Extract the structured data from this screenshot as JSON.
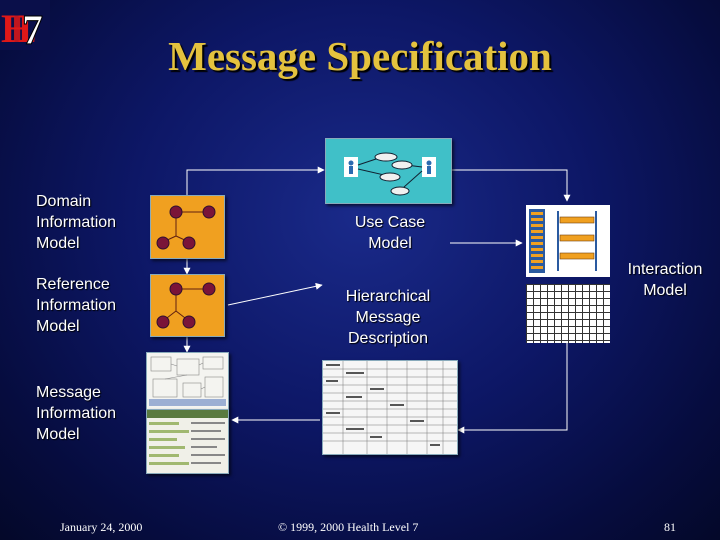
{
  "logo": {
    "letters": "HL7"
  },
  "title": "Message Specification",
  "labels": {
    "domain_information_model": [
      "Domain",
      "Information",
      "Model"
    ],
    "reference_information_model": [
      "Reference",
      "Information",
      "Model"
    ],
    "message_information_model": [
      "Message",
      "Information",
      "Model"
    ],
    "use_case_model": [
      "Use Case",
      "Model"
    ],
    "hierarchical_message_description": [
      "Hierarchical",
      "Message",
      "Description"
    ],
    "interaction_model": [
      "Interaction",
      "Model"
    ]
  },
  "footer": {
    "date": "January 24, 2000",
    "copyright": "© 1999, 2000  Health Level 7",
    "page_number": "81"
  },
  "colors": {
    "title": "#e4c23e",
    "model_box": "#f0a020",
    "node": "#7a1438",
    "use_case_panel": "#40c0c8",
    "connector": "#ffffff"
  }
}
